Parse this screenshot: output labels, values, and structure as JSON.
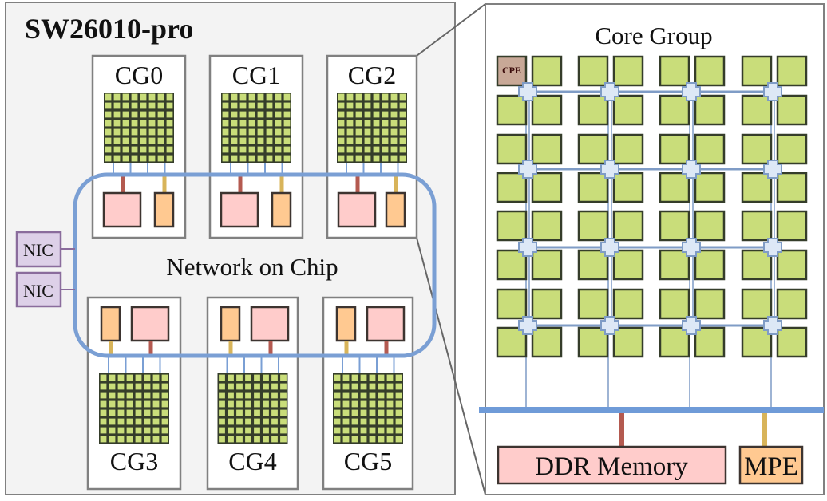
{
  "chip": {
    "title": "SW26010-pro",
    "core_groups_top": [
      {
        "label": "CG0"
      },
      {
        "label": "CG1"
      },
      {
        "label": "CG2"
      }
    ],
    "core_groups_bottom": [
      {
        "label": "CG3"
      },
      {
        "label": "CG4"
      },
      {
        "label": "CG5"
      }
    ],
    "mini_grid": {
      "rows": 8,
      "cols": 8
    },
    "noc_label": "Network on Chip",
    "nics": [
      {
        "label": "NIC"
      },
      {
        "label": "NIC"
      }
    ]
  },
  "core_group_detail": {
    "title": "Core Group",
    "cpe_label": "CPE",
    "grid": {
      "rows": 8,
      "cols": 8
    },
    "routers": {
      "rows": 4,
      "cols": 4
    },
    "ddr_label": "DDR Memory",
    "mpe_label": "MPE"
  },
  "colors": {
    "panel_bg": "#f3f3f3",
    "panel_border": "#808080",
    "core_fill": "#c9dd7a",
    "core_border": "#353d2a",
    "noc_blue": "#7a9fd4",
    "bus_blue": "#6f9bd8",
    "router_fill": "#dde8f6",
    "router_border": "#7f9cc6",
    "ddr_fill": "#ffcccb",
    "mpe_fill": "#ffc991",
    "box_border": "#3d3430",
    "ddr_link": "#b45a50",
    "mpe_link": "#d8b45a",
    "nic_fill": "#ddd0e8",
    "nic_border": "#8a6c9c",
    "cpe_fill": "#c8a897"
  }
}
